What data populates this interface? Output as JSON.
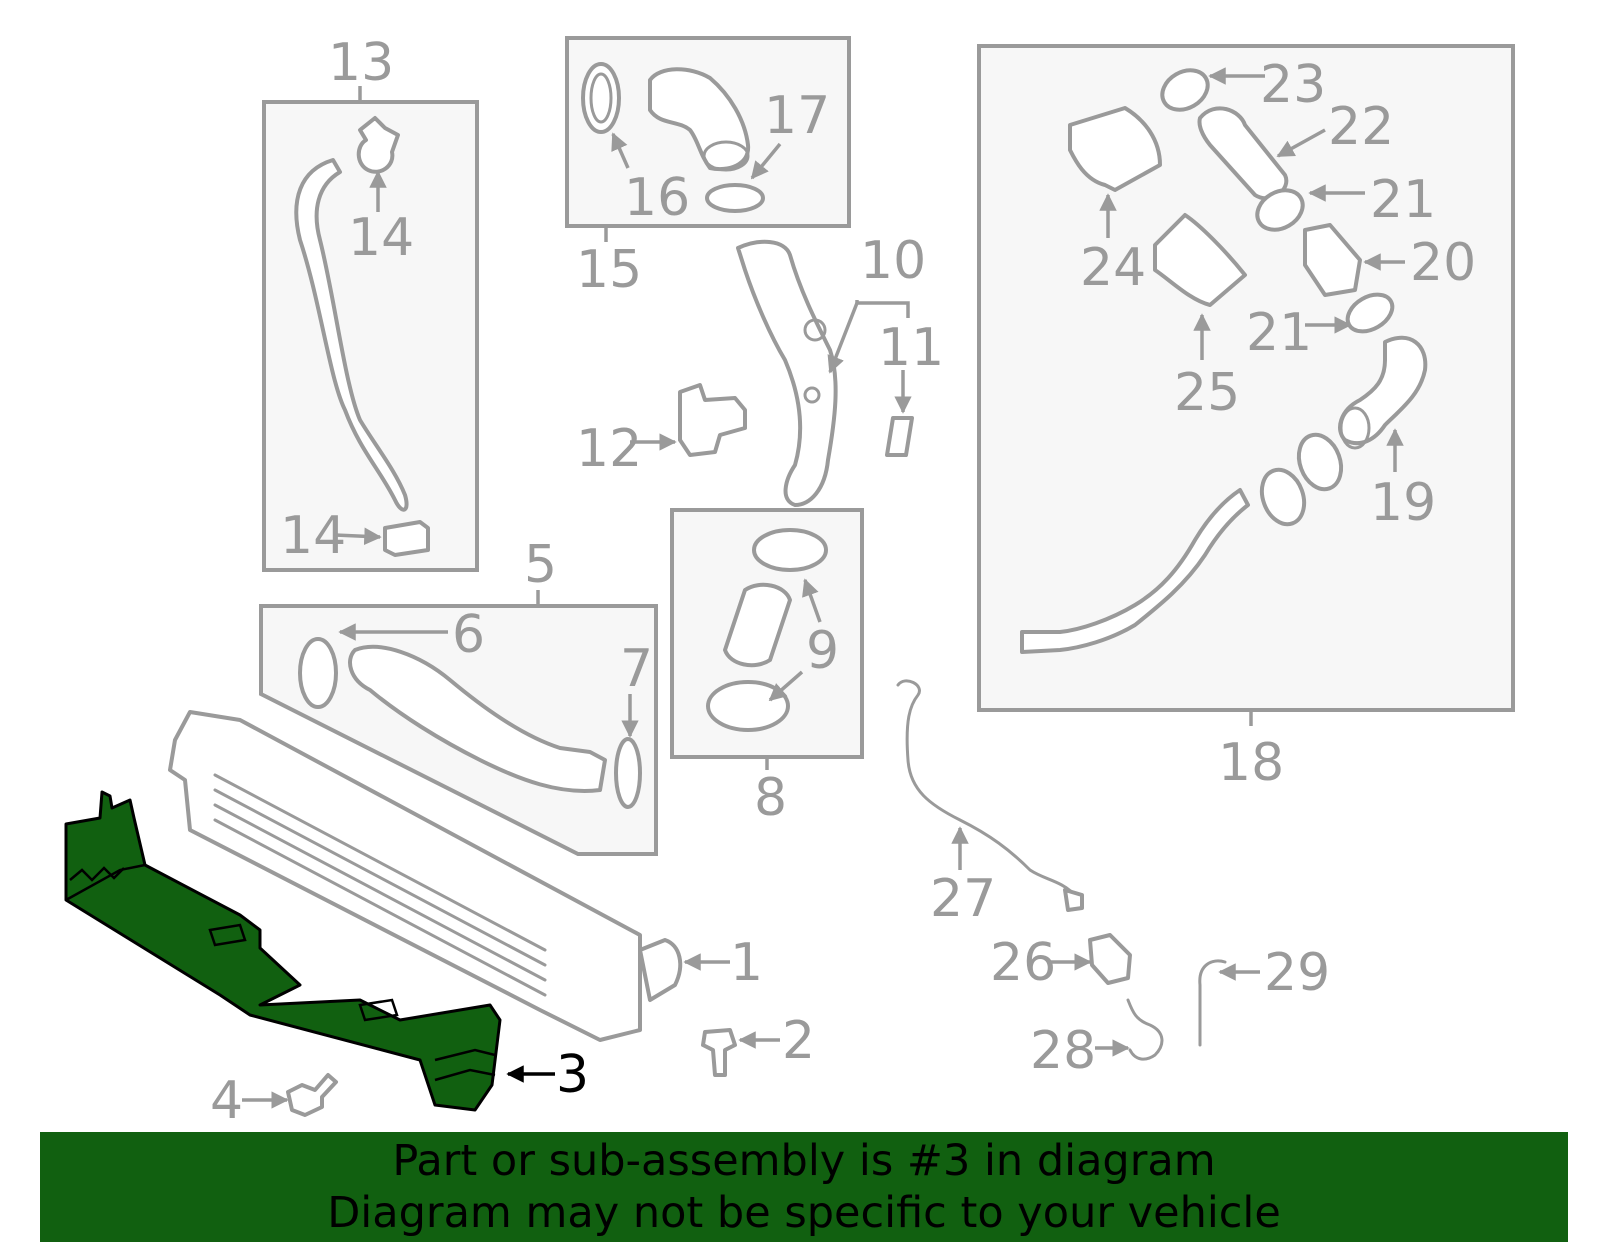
{
  "diagram": {
    "highlight_part": "3",
    "highlight_color": "#116010",
    "line_color": "#9a9a9a",
    "labels": {
      "p1": "1",
      "p2": "2",
      "p3": "3",
      "p4": "4",
      "p5": "5",
      "p6": "6",
      "p7": "7",
      "p8": "8",
      "p9": "9",
      "p10": "10",
      "p11": "11",
      "p12": "12",
      "p13": "13",
      "p14a": "14",
      "p14b": "14",
      "p15": "15",
      "p16": "16",
      "p17": "17",
      "p18": "18",
      "p19": "19",
      "p20": "20",
      "p21a": "21",
      "p21b": "21",
      "p22": "22",
      "p23": "23",
      "p24": "24",
      "p25": "25",
      "p26": "26",
      "p27": "27",
      "p28": "28",
      "p29": "29"
    }
  },
  "banner": {
    "line1": "Part or sub-assembly is #3 in diagram",
    "line2": "Diagram may not be specific to your vehicle"
  }
}
